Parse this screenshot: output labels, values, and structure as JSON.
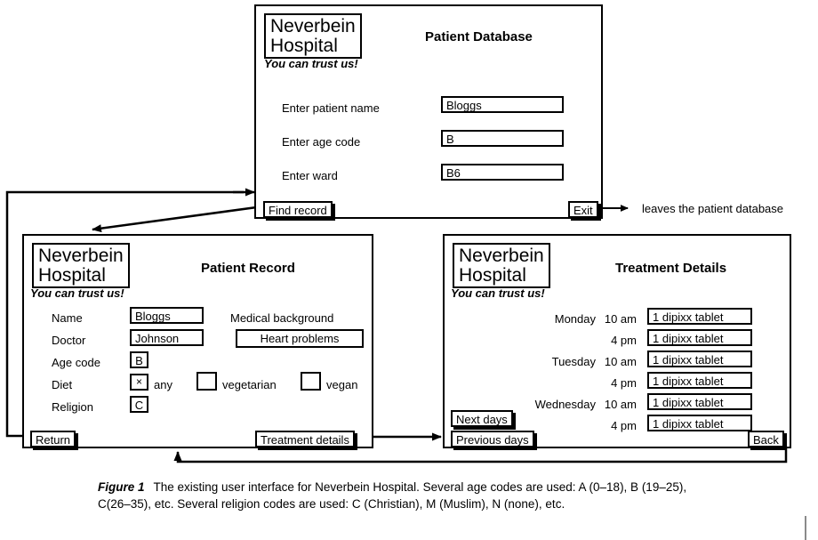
{
  "brand": {
    "line1": "Neverbein",
    "line2": "Hospital",
    "slogan": "You can trust us!"
  },
  "screens": {
    "database": {
      "title": "Patient Database",
      "fields": [
        {
          "label": "Enter patient name",
          "value": "Bloggs"
        },
        {
          "label": "Enter age code",
          "value": "B"
        },
        {
          "label": "Enter ward",
          "value": "B6"
        }
      ],
      "buttons": {
        "find": "Find record",
        "exit": "Exit"
      }
    },
    "record": {
      "title": "Patient Record",
      "fields": [
        {
          "label": "Name",
          "value": "Bloggs"
        },
        {
          "label": "Doctor",
          "value": "Johnson"
        },
        {
          "label": "Age code",
          "value": "B"
        },
        {
          "label": "Religion",
          "value": "C"
        }
      ],
      "diet": {
        "label": "Diet",
        "options": [
          {
            "label": "any",
            "checked": true,
            "mark": "×"
          },
          {
            "label": "vegetarian",
            "checked": false,
            "mark": ""
          },
          {
            "label": "vegan",
            "checked": false,
            "mark": ""
          }
        ]
      },
      "medical": {
        "label": "Medical background",
        "value": "Heart problems"
      },
      "buttons": {
        "return": "Return",
        "treatment": "Treatment details"
      }
    },
    "treatment": {
      "title": "Treatment Details",
      "rows": [
        {
          "day": "Monday",
          "time": "10 am",
          "dose": "1 dipixx tablet"
        },
        {
          "day": "",
          "time": "4 pm",
          "dose": "1 dipixx tablet"
        },
        {
          "day": "Tuesday",
          "time": "10 am",
          "dose": "1 dipixx tablet"
        },
        {
          "day": "",
          "time": "4 pm",
          "dose": "1 dipixx tablet"
        },
        {
          "day": "Wednesday",
          "time": "10 am",
          "dose": "1 dipixx tablet"
        },
        {
          "day": "",
          "time": "4 pm",
          "dose": "1 dipixx tablet"
        }
      ],
      "buttons": {
        "next": "Next days",
        "previous": "Previous days",
        "back": "Back"
      }
    }
  },
  "annotations": {
    "exit_note": "leaves the patient database"
  },
  "caption": {
    "figure_number": "Figure 1",
    "text": "The existing user interface for Neverbein Hospital. Several age codes are used: A (0–18), B (19–25), C(26–35), etc. Several religion codes are used: C (Christian), M (Muslim), N (none), etc."
  },
  "colors": {
    "ink": "#000000",
    "paper": "#ffffff",
    "hairline": "#8a8a8a"
  }
}
